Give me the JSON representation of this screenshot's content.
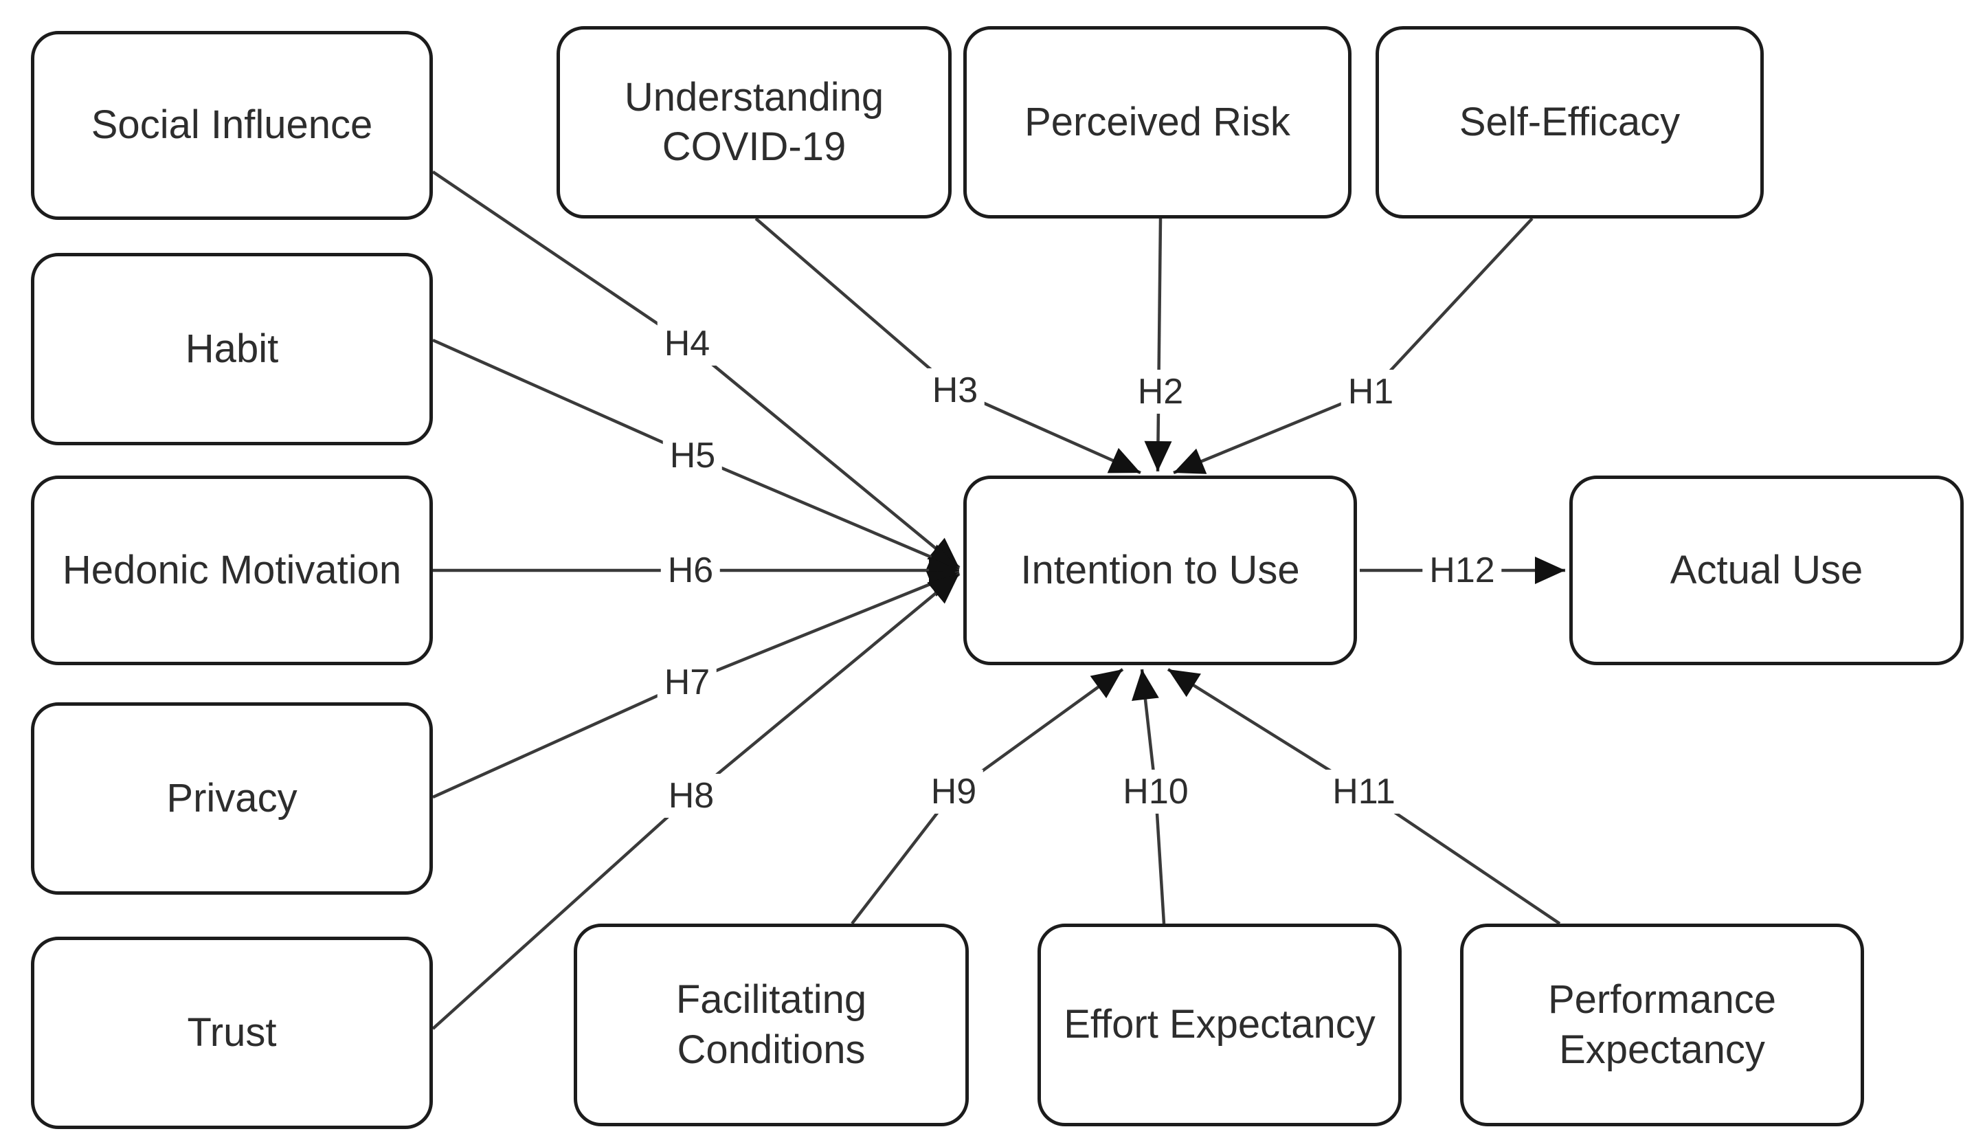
{
  "diagram": {
    "type": "hypothesis-model",
    "background_color": "#ffffff",
    "colors": {
      "box_border": "#1c1c1c",
      "box_fill": "#ffffff",
      "line": "#3a3a3a",
      "arrowhead": "#111111",
      "text": "#2d2d2d"
    },
    "nodes": [
      {
        "id": "social-influence",
        "label": "Social Influence"
      },
      {
        "id": "habit",
        "label": "Habit"
      },
      {
        "id": "hedonic-motivation",
        "label": "Hedonic Motivation"
      },
      {
        "id": "privacy",
        "label": "Privacy"
      },
      {
        "id": "trust",
        "label": "Trust"
      },
      {
        "id": "understanding-covid19",
        "label": "Understanding\nCOVID-19"
      },
      {
        "id": "perceived-risk",
        "label": "Perceived Risk"
      },
      {
        "id": "self-efficacy",
        "label": "Self-Efficacy"
      },
      {
        "id": "intention-to-use",
        "label": "Intention to Use"
      },
      {
        "id": "actual-use",
        "label": "Actual Use"
      },
      {
        "id": "facilitating-conditions",
        "label": "Facilitating Conditions"
      },
      {
        "id": "effort-expectancy",
        "label": "Effort Expectancy"
      },
      {
        "id": "performance-expectancy",
        "label": "Performance Expectancy"
      }
    ],
    "edges": [
      {
        "label": "H1",
        "from": "Self-Efficacy",
        "to": "Intention to Use"
      },
      {
        "label": "H2",
        "from": "Perceived Risk",
        "to": "Intention to Use"
      },
      {
        "label": "H3",
        "from": "Understanding COVID-19",
        "to": "Intention to Use"
      },
      {
        "label": "H4",
        "from": "Social Influence",
        "to": "Intention to Use"
      },
      {
        "label": "H5",
        "from": "Habit",
        "to": "Intention to Use"
      },
      {
        "label": "H6",
        "from": "Hedonic Motivation",
        "to": "Intention to Use"
      },
      {
        "label": "H7",
        "from": "Privacy",
        "to": "Intention to Use"
      },
      {
        "label": "H8",
        "from": "Trust",
        "to": "Intention to Use"
      },
      {
        "label": "H9",
        "from": "Facilitating Conditions",
        "to": "Intention to Use"
      },
      {
        "label": "H10",
        "from": "Effort Expectancy",
        "to": "Intention to Use"
      },
      {
        "label": "H11",
        "from": "Performance Expectancy",
        "to": "Intention to Use"
      },
      {
        "label": "H12",
        "from": "Intention to Use",
        "to": "Actual Use"
      }
    ]
  }
}
